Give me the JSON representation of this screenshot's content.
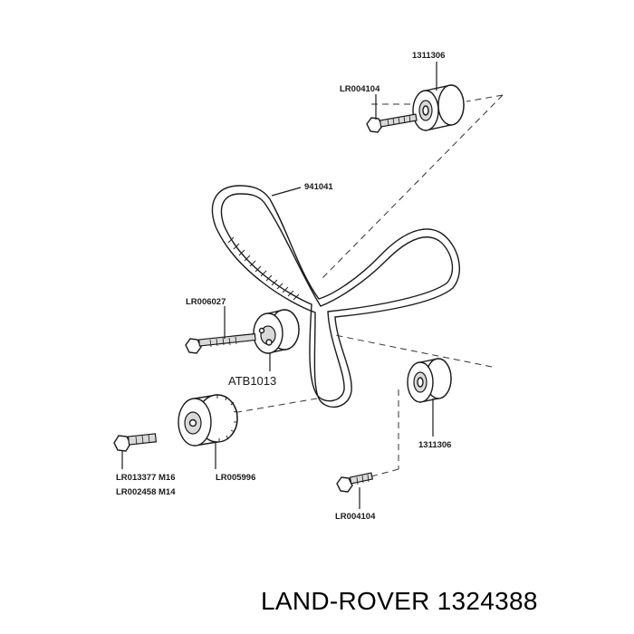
{
  "parts": {
    "idler_top": "1311306",
    "bolt_top": "LR004104",
    "belt": "941041",
    "bolt_tensioner": "LR006027",
    "tensioner": "ATB1013",
    "idler_bottom": "1311306",
    "bolt_crank_m16": "LR013377 M16",
    "bolt_crank_m14": "LR002458 M14",
    "crank_sprocket": "LR005996",
    "bolt_bottom": "LR004104"
  },
  "footer": "LAND-ROVER 1324388"
}
